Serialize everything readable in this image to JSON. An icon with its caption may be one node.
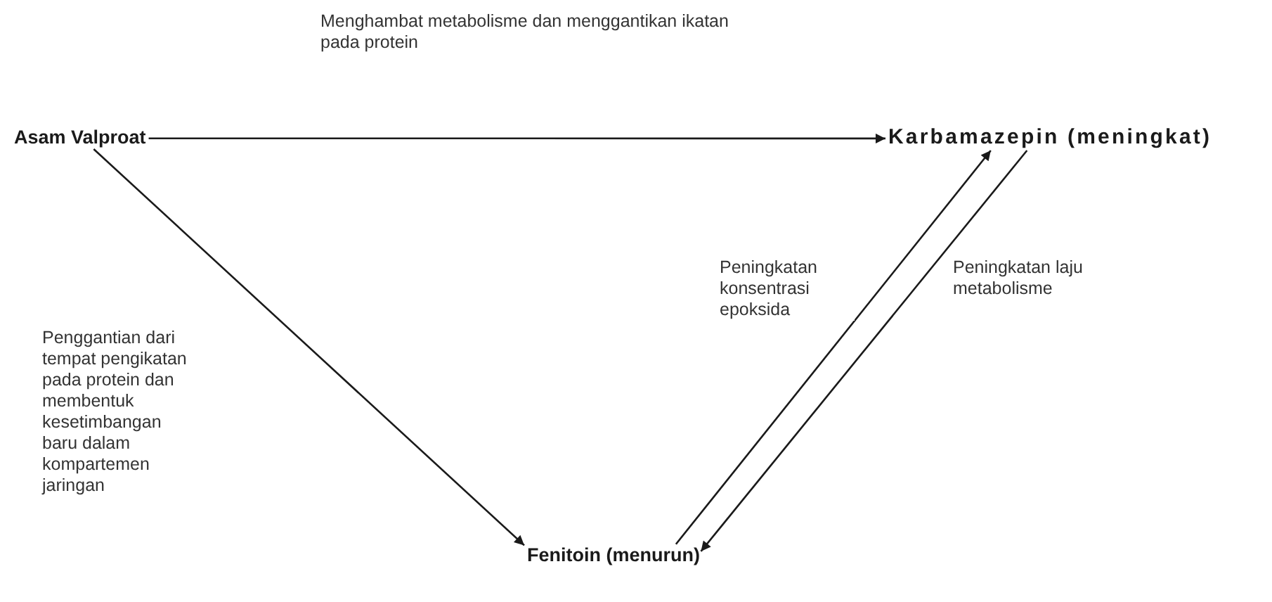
{
  "diagram": {
    "nodes": [
      {
        "text": [
          "Asam Valproat"
        ]
      },
      {
        "text": [
          "Karbamazepin (meningkat)"
        ]
      },
      {
        "text": [
          "Fenitoin (menurun)"
        ]
      }
    ],
    "edges": [
      {
        "from": 0,
        "to": 1,
        "arrow": "to",
        "label": "Menghambat metabolisme dan menggantikan ikatan pada protein"
      },
      {
        "from": 0,
        "to": 2,
        "arrow": "to",
        "label": "Penggantian dari tempat pengikatan pada protein dan membentuk kesetimbangan baru dalam kompartemen jaringan"
      },
      {
        "from": 2,
        "to": 1,
        "arrow": "to",
        "label": "Peningkatan konsentrasi epoksida"
      },
      {
        "from": 1,
        "to": 2,
        "arrow": "to",
        "label": "Peningkatan laju metabolisme"
      }
    ]
  }
}
